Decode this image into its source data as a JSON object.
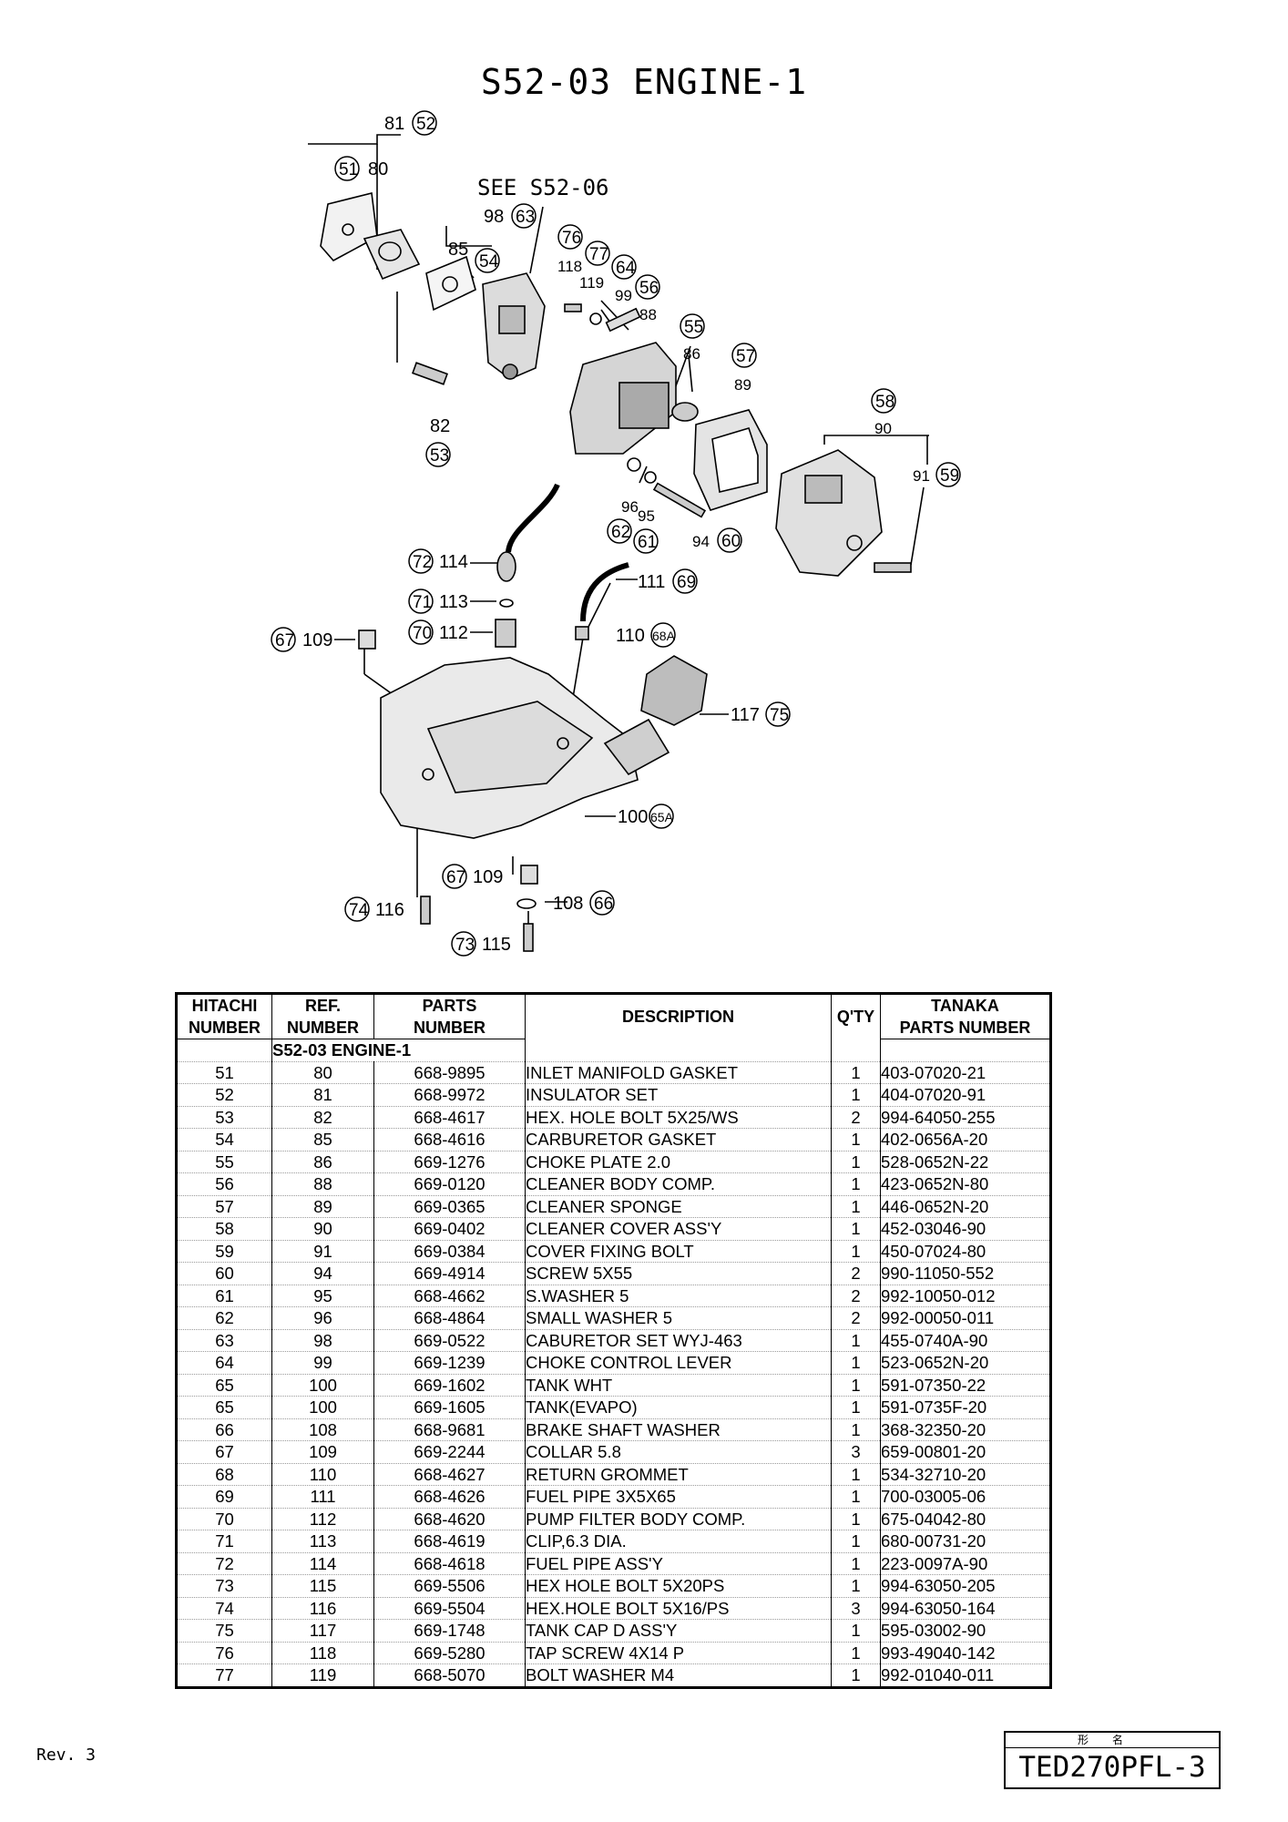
{
  "title": "S52-03 ENGINE-1",
  "diagram": {
    "see_note": "SEE S52-06",
    "callouts": {
      "c81": "81",
      "c52": "52",
      "c51": "51",
      "c80": "80",
      "c98": "98",
      "c63": "63",
      "c85": "85",
      "c54": "54",
      "c76": "76",
      "c77": "77",
      "c118": "118",
      "c119": "119",
      "c64": "64",
      "c99": "99",
      "c56": "56",
      "c88": "88",
      "c55": "55",
      "c86": "86",
      "c57": "57",
      "c89": "89",
      "c58": "58",
      "c90": "90",
      "c91": "91",
      "c59": "59",
      "c82": "82",
      "c53": "53",
      "c96": "96",
      "c95": "95",
      "c62": "62",
      "c61": "61",
      "c94": "94",
      "c60": "60",
      "c72": "72",
      "c114": "114",
      "c71": "71",
      "c113": "113",
      "c70": "70",
      "c112": "112",
      "c67a": "67",
      "c109a": "109",
      "c111": "111",
      "c69": "69",
      "c110": "110",
      "c68a": "68A",
      "c117": "117",
      "c75": "75",
      "c100": "100",
      "c65a": "65A",
      "c67b": "67",
      "c109b": "109",
      "c74": "74",
      "c116": "116",
      "c108": "108",
      "c66": "66",
      "c73": "73",
      "c115": "115"
    }
  },
  "table": {
    "headers": {
      "hitachi_1": "HITACHI",
      "hitachi_2": "NUMBER",
      "ref_1": "REF.",
      "ref_2": "NUMBER",
      "parts_1": "PARTS",
      "parts_2": "NUMBER",
      "description": "DESCRIPTION",
      "qty": "Q'TY",
      "tanaka_1": "TANAKA",
      "tanaka_2": "PARTS NUMBER"
    },
    "section": "S52-03 ENGINE-1",
    "rows": [
      {
        "hitachi": "51",
        "ref": "80",
        "parts": "668-9895",
        "desc": "INLET MANIFOLD GASKET",
        "qty": "1",
        "tanaka": "403-07020-21"
      },
      {
        "hitachi": "52",
        "ref": "81",
        "parts": "668-9972",
        "desc": "INSULATOR SET",
        "qty": "1",
        "tanaka": "404-07020-91"
      },
      {
        "hitachi": "53",
        "ref": "82",
        "parts": "668-4617",
        "desc": "HEX. HOLE BOLT 5X25/WS",
        "qty": "2",
        "tanaka": "994-64050-255"
      },
      {
        "hitachi": "54",
        "ref": "85",
        "parts": "668-4616",
        "desc": "CARBURETOR GASKET",
        "qty": "1",
        "tanaka": "402-0656A-20"
      },
      {
        "hitachi": "55",
        "ref": "86",
        "parts": "669-1276",
        "desc": "CHOKE PLATE 2.0",
        "qty": "1",
        "tanaka": "528-0652N-22"
      },
      {
        "hitachi": "56",
        "ref": "88",
        "parts": "669-0120",
        "desc": "CLEANER BODY COMP.",
        "qty": "1",
        "tanaka": "423-0652N-80"
      },
      {
        "hitachi": "57",
        "ref": "89",
        "parts": "669-0365",
        "desc": "CLEANER SPONGE",
        "qty": "1",
        "tanaka": "446-0652N-20"
      },
      {
        "hitachi": "58",
        "ref": "90",
        "parts": "669-0402",
        "desc": "CLEANER COVER ASS'Y",
        "qty": "1",
        "tanaka": "452-03046-90"
      },
      {
        "hitachi": "59",
        "ref": "91",
        "parts": "669-0384",
        "desc": "COVER FIXING BOLT",
        "qty": "1",
        "tanaka": "450-07024-80"
      },
      {
        "hitachi": "60",
        "ref": "94",
        "parts": "669-4914",
        "desc": "SCREW 5X55",
        "qty": "2",
        "tanaka": "990-11050-552"
      },
      {
        "hitachi": "61",
        "ref": "95",
        "parts": "668-4662",
        "desc": "S.WASHER 5",
        "qty": "2",
        "tanaka": "992-10050-012"
      },
      {
        "hitachi": "62",
        "ref": "96",
        "parts": "668-4864",
        "desc": "SMALL WASHER 5",
        "qty": "2",
        "tanaka": "992-00050-011"
      },
      {
        "hitachi": "63",
        "ref": "98",
        "parts": "669-0522",
        "desc": "CABURETOR SET WYJ-463",
        "qty": "1",
        "tanaka": "455-0740A-90"
      },
      {
        "hitachi": "64",
        "ref": "99",
        "parts": "669-1239",
        "desc": "CHOKE CONTROL LEVER",
        "qty": "1",
        "tanaka": "523-0652N-20"
      },
      {
        "hitachi": "65",
        "ref": "100",
        "parts": "669-1602",
        "desc": "TANK WHT",
        "qty": "1",
        "tanaka": "591-07350-22"
      },
      {
        "hitachi": "65",
        "ref": "100",
        "parts": "669-1605",
        "desc": "TANK(EVAPO)",
        "qty": "1",
        "tanaka": "591-0735F-20"
      },
      {
        "hitachi": "66",
        "ref": "108",
        "parts": "668-9681",
        "desc": "BRAKE SHAFT WASHER",
        "qty": "1",
        "tanaka": "368-32350-20"
      },
      {
        "hitachi": "67",
        "ref": "109",
        "parts": "669-2244",
        "desc": "COLLAR 5.8",
        "qty": "3",
        "tanaka": "659-00801-20"
      },
      {
        "hitachi": "68",
        "ref": "110",
        "parts": "668-4627",
        "desc": "RETURN GROMMET",
        "qty": "1",
        "tanaka": "534-32710-20"
      },
      {
        "hitachi": "69",
        "ref": "111",
        "parts": "668-4626",
        "desc": "FUEL PIPE 3X5X65",
        "qty": "1",
        "tanaka": "700-03005-06"
      },
      {
        "hitachi": "70",
        "ref": "112",
        "parts": "668-4620",
        "desc": "PUMP FILTER BODY COMP.",
        "qty": "1",
        "tanaka": "675-04042-80"
      },
      {
        "hitachi": "71",
        "ref": "113",
        "parts": "668-4619",
        "desc": "CLIP,6.3 DIA.",
        "qty": "1",
        "tanaka": "680-00731-20"
      },
      {
        "hitachi": "72",
        "ref": "114",
        "parts": "668-4618",
        "desc": "FUEL PIPE ASS'Y",
        "qty": "1",
        "tanaka": "223-0097A-90"
      },
      {
        "hitachi": "73",
        "ref": "115",
        "parts": "669-5506",
        "desc": "HEX HOLE BOLT 5X20PS",
        "qty": "1",
        "tanaka": "994-63050-205"
      },
      {
        "hitachi": "74",
        "ref": "116",
        "parts": "669-5504",
        "desc": "HEX.HOLE BOLT 5X16/PS",
        "qty": "3",
        "tanaka": "994-63050-164"
      },
      {
        "hitachi": "75",
        "ref": "117",
        "parts": "669-1748",
        "desc": "TANK CAP D ASS'Y",
        "qty": "1",
        "tanaka": "595-03002-90"
      },
      {
        "hitachi": "76",
        "ref": "118",
        "parts": "669-5280",
        "desc": "TAP SCREW 4X14 P",
        "qty": "1",
        "tanaka": "993-49040-142"
      },
      {
        "hitachi": "77",
        "ref": "119",
        "parts": "668-5070",
        "desc": "BOLT WASHER M4",
        "qty": "1",
        "tanaka": "992-01040-011"
      }
    ]
  },
  "footer": {
    "revision": "Rev. 3",
    "model_label": "形名",
    "model": "TED270PFL-3"
  }
}
